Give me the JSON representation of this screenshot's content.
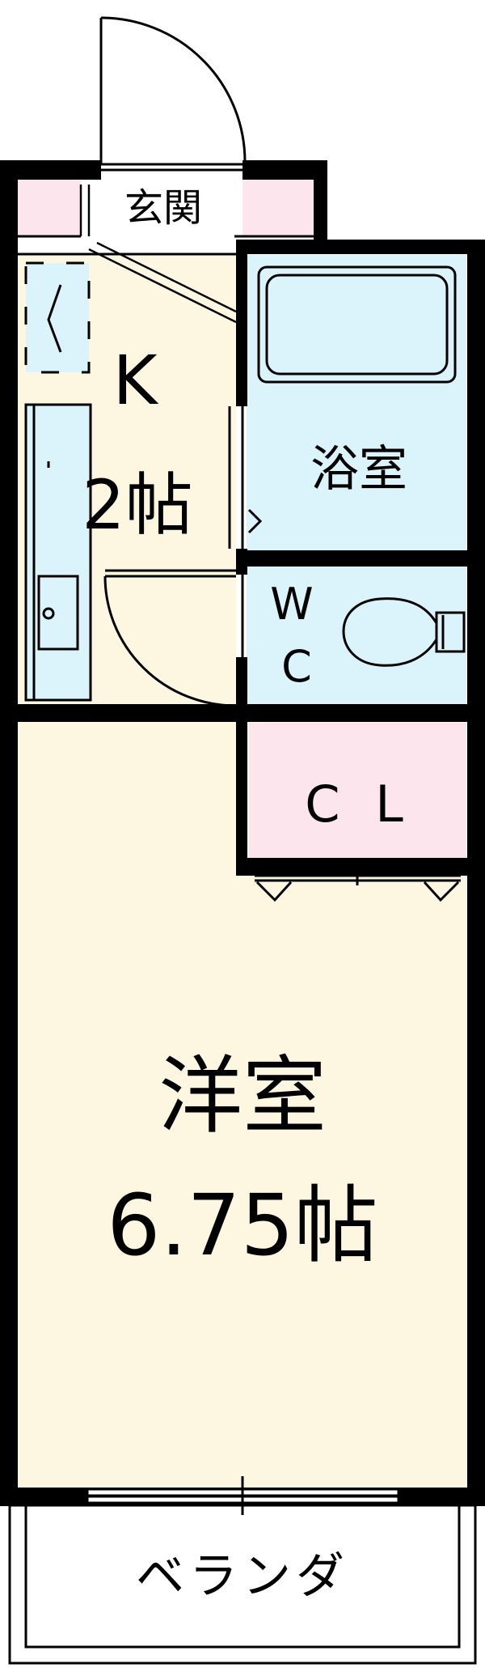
{
  "rooms": {
    "entrance": "玄関",
    "kitchen": {
      "name": "K",
      "size": "2帖"
    },
    "bath": "浴室",
    "toilet": {
      "line1": "W",
      "line2": "C"
    },
    "closet": "C L",
    "western": {
      "name": "洋室",
      "size": "6.75帖"
    },
    "balcony": "ベランダ"
  },
  "colors": {
    "wall": "#000000",
    "floor": "#fdf6e1",
    "wet_area": "#dbf3fb",
    "pink": "#fce5ec"
  }
}
